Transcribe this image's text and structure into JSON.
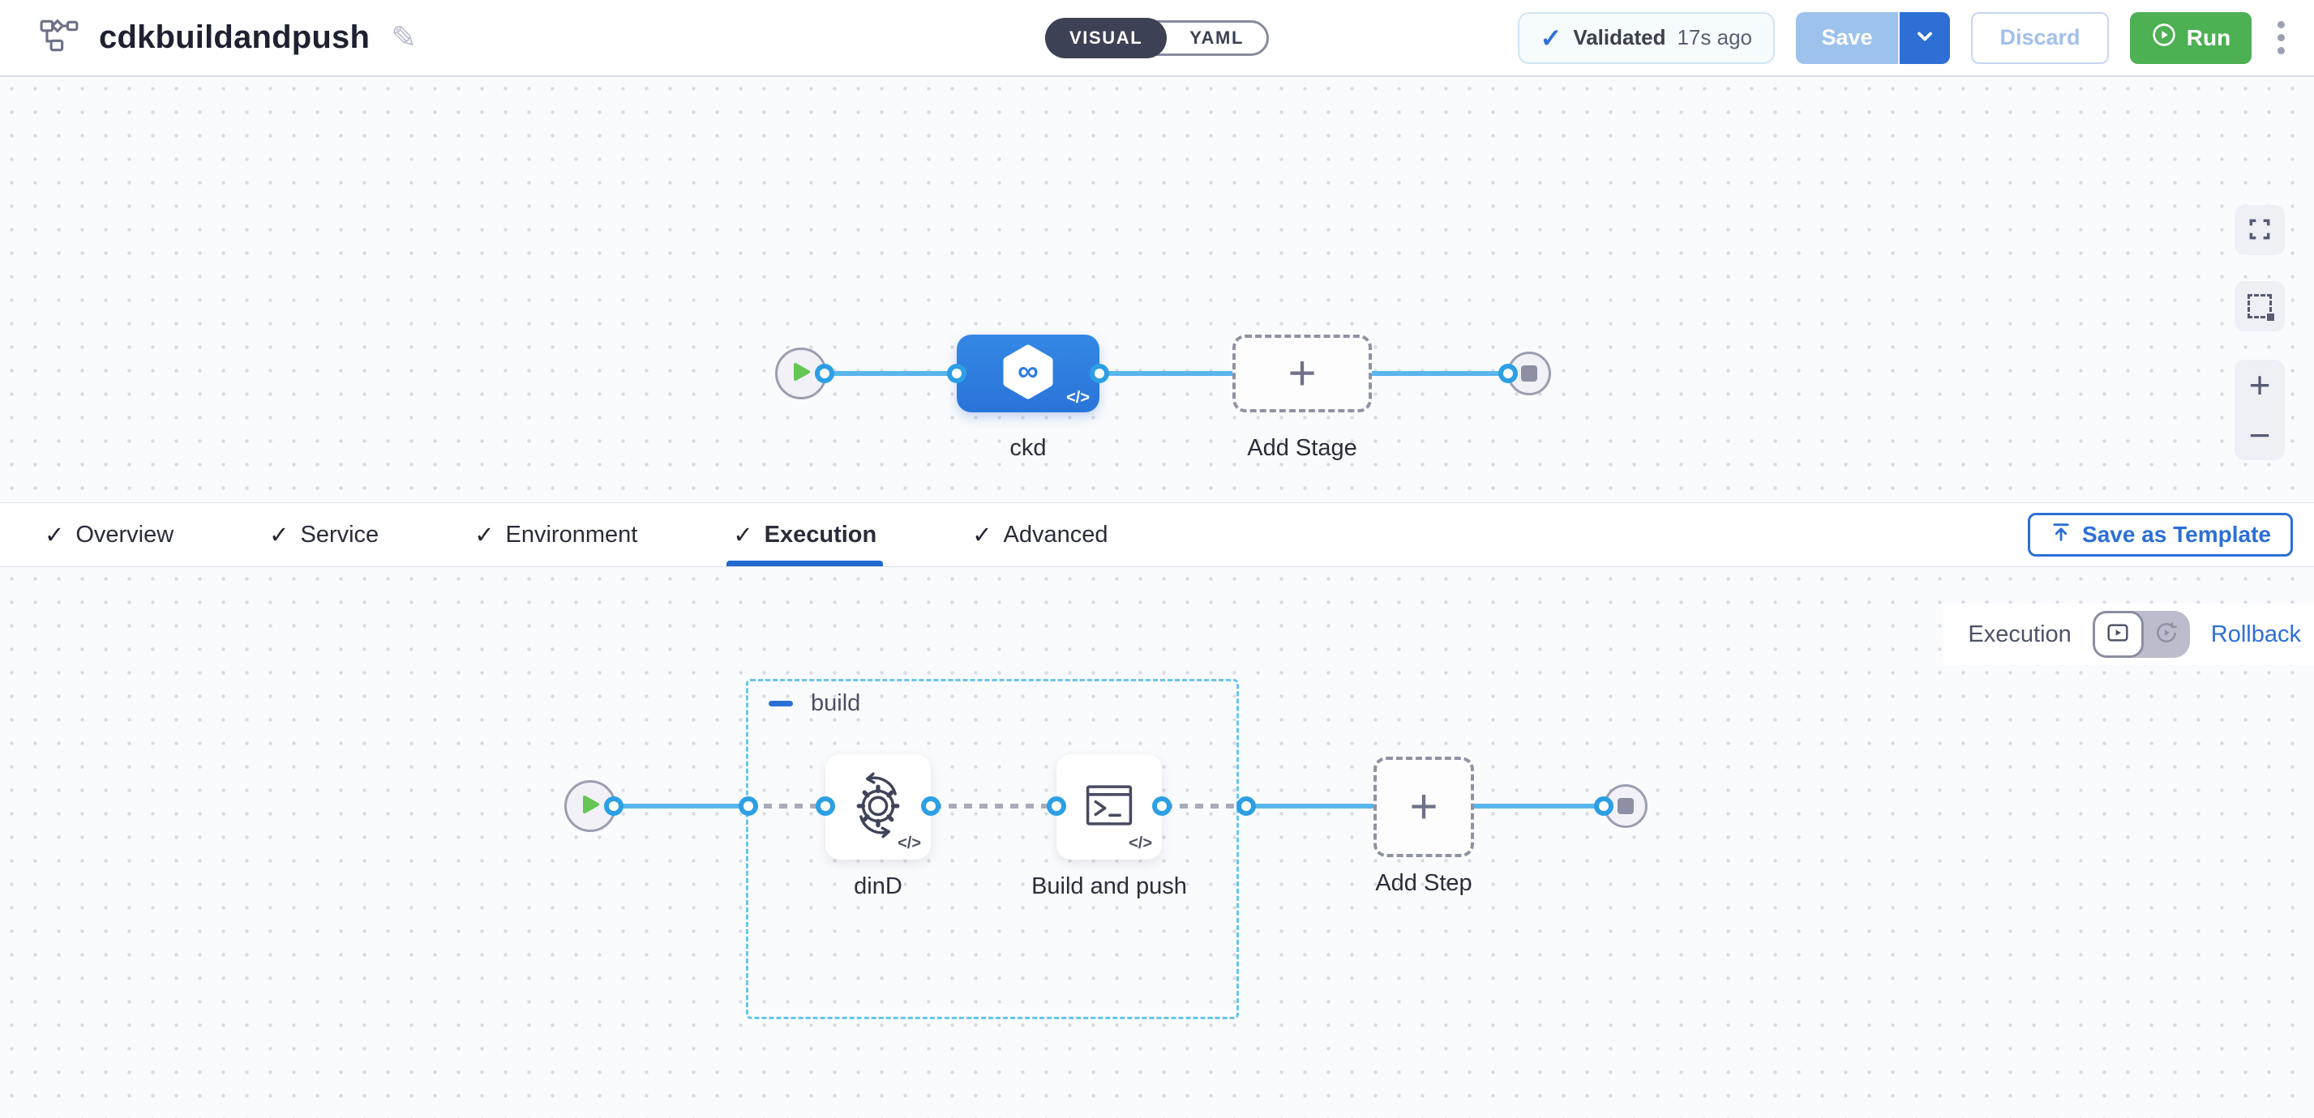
{
  "header": {
    "title": "cdkbuildandpush",
    "mode_toggle": {
      "visual": "VISUAL",
      "yaml": "YAML"
    },
    "validated": {
      "label": "Validated",
      "time_ago": "17s ago"
    },
    "buttons": {
      "save": "Save",
      "discard": "Discard",
      "run": "Run"
    }
  },
  "tabs": {
    "items": [
      {
        "label": "Overview"
      },
      {
        "label": "Service"
      },
      {
        "label": "Environment"
      },
      {
        "label": "Execution"
      },
      {
        "label": "Advanced"
      }
    ],
    "active_tab": "Execution",
    "save_as_template": "Save as Template"
  },
  "stage_graph": {
    "stage_label": "ckd",
    "add_stage_label": "Add Stage"
  },
  "execution_graph": {
    "mode_label": "Execution",
    "rollback_label": "Rollback",
    "group_label": "build",
    "steps": [
      {
        "name": "dinD"
      },
      {
        "name": "Build and push"
      }
    ],
    "add_step_label": "Add Step"
  },
  "icons": {
    "check": "✓",
    "plus": "+",
    "minus": "−",
    "infinity": "∞",
    "pencil": "✎",
    "code": "</>"
  },
  "colors": {
    "primary_blue": "#2e6fd6",
    "stage_blue": "#2f80df",
    "connector_blue": "#58b6ec",
    "dot_ring_blue": "#2d9fe4",
    "run_green": "#4db052",
    "group_dash_blue": "#66c5ee",
    "toggle_dark": "#3d4155"
  }
}
